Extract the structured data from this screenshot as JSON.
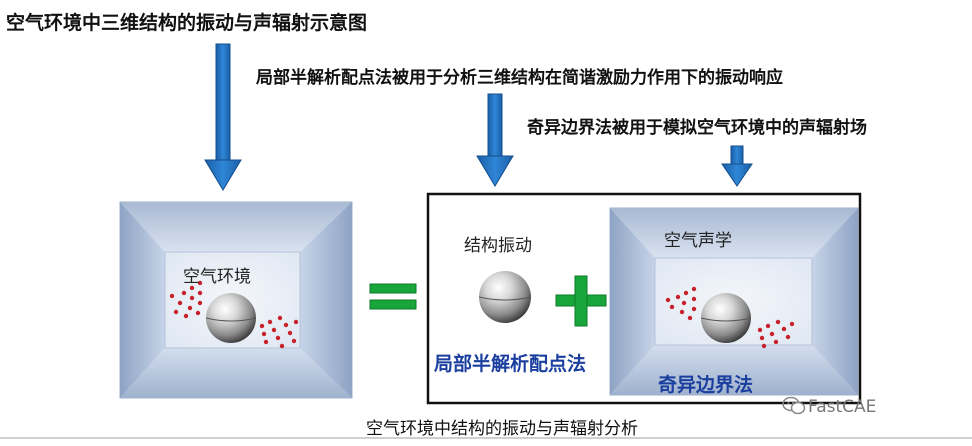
{
  "labels": {
    "title_main": "空气环境中三维结构的振动与声辐射示意图",
    "title_mid": "局部半解析配点法被用于分析三维结构在简谐激励力作用下的振动响应",
    "title_right": "奇异边界法被用于模拟空气环境中的声辐射场",
    "air_env": "空气环境",
    "structural_vibration": "结构振动",
    "air_acoustics": "空气声学",
    "local_method": "局部半解析配点法",
    "singular_method": "奇异边界法",
    "caption": "空气环境中结构的振动与声辐射分析",
    "watermark": "FastCAE"
  },
  "colors": {
    "arrow_blue": "#1f6bb8",
    "box_light": "#dce6f2",
    "box_dark": "#7f95b8",
    "equals_green": "#18a63a",
    "plus_green": "#18a63a",
    "label_blue": "#1a3f9e",
    "dots_red": "#c8202a"
  }
}
